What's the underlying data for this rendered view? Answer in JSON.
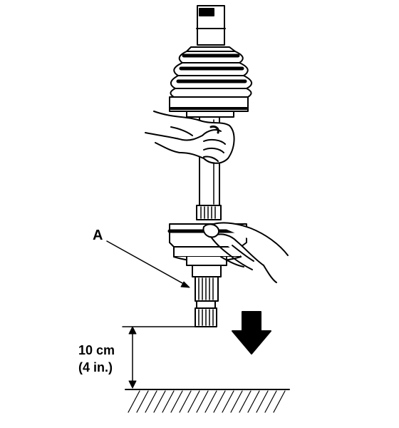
{
  "callouts": {
    "part_a": "A"
  },
  "dimension": {
    "metric": "10 cm",
    "imperial": "(4 in.)"
  },
  "colors": {
    "ink": "#000000",
    "paper": "#ffffff"
  },
  "icons": {
    "direction_arrow": "arrow-down-icon",
    "ground": "ground-hatch-icon"
  }
}
